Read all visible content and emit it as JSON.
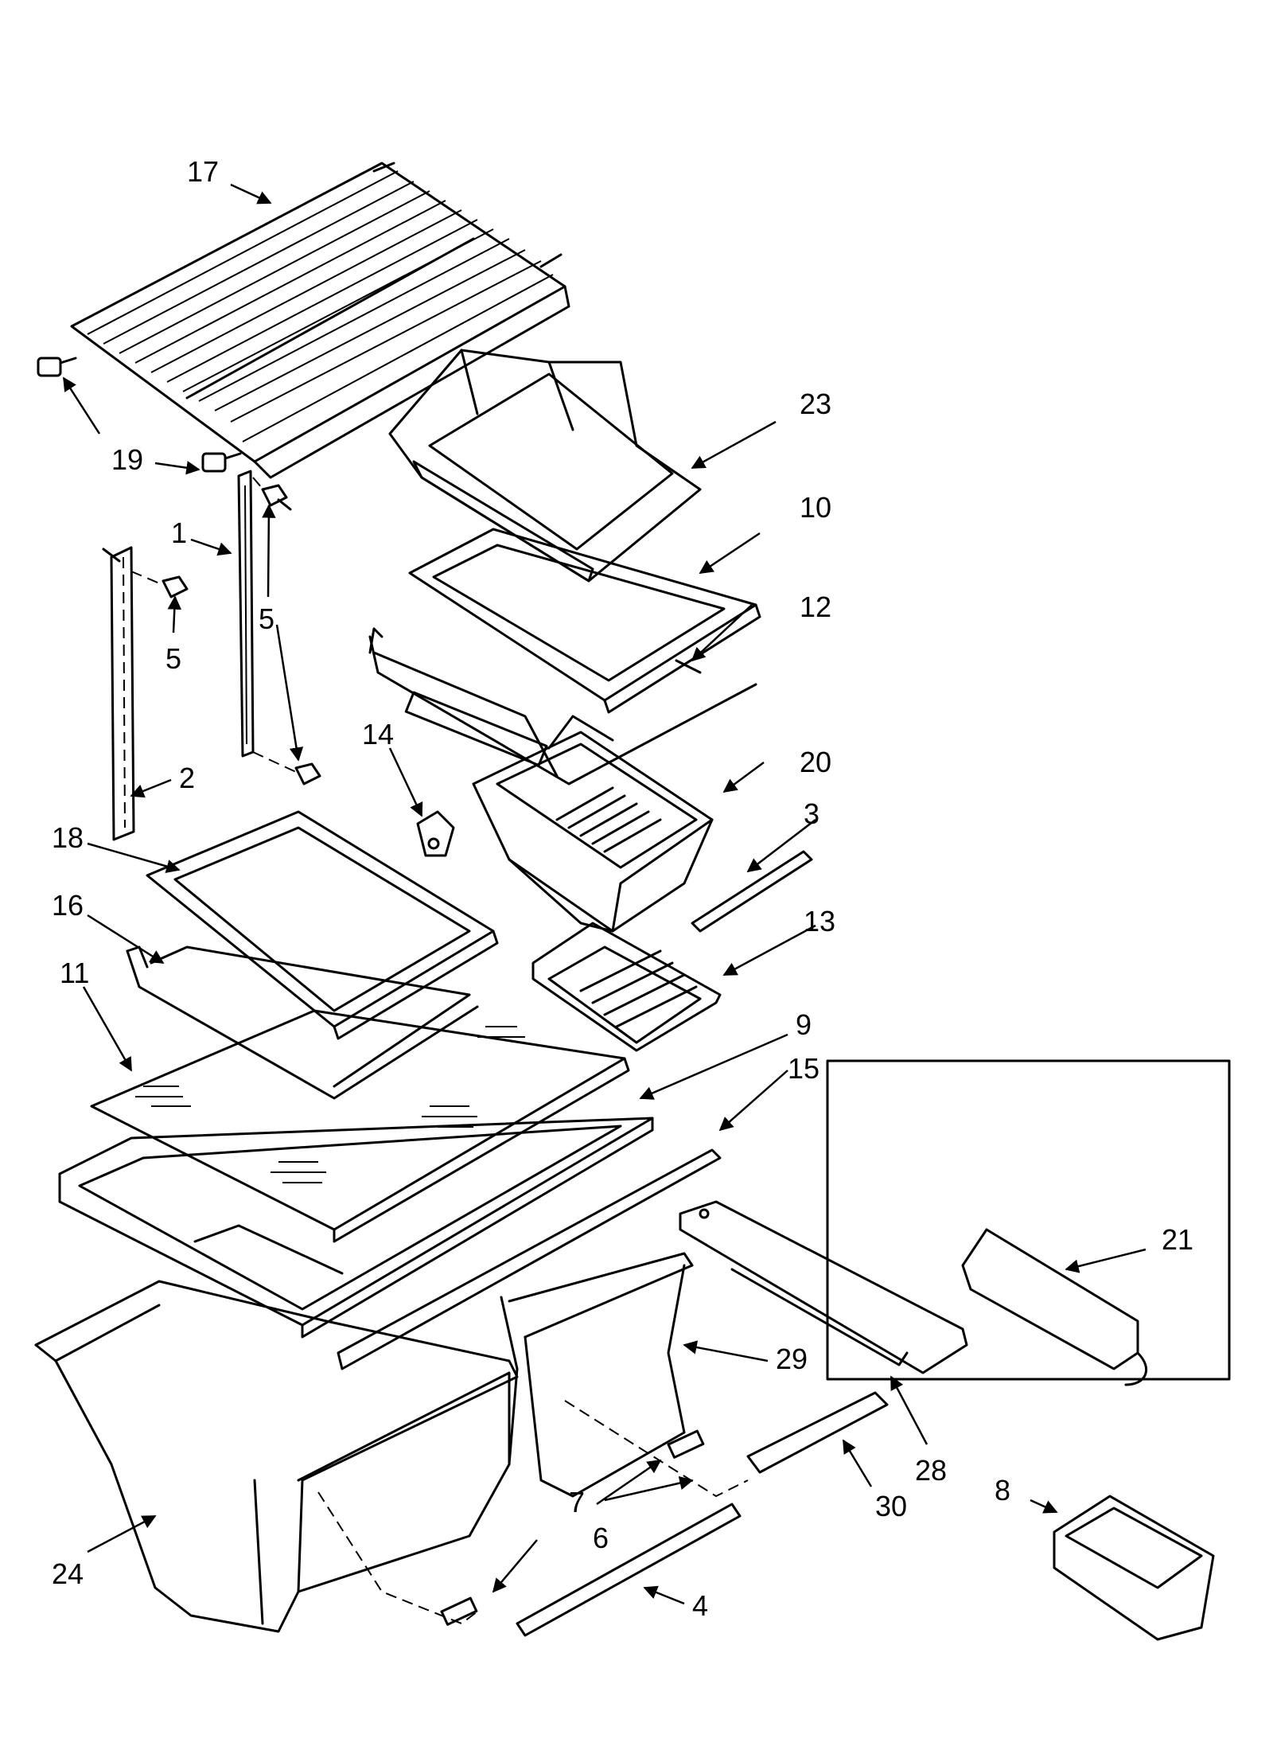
{
  "diagram": {
    "callouts": [
      "17",
      "23",
      "19",
      "10",
      "1",
      "5",
      "5",
      "12",
      "5",
      "14",
      "20",
      "2",
      "18",
      "3",
      "16",
      "13",
      "11",
      "9",
      "15",
      "21",
      "29",
      "28",
      "30",
      "8",
      "7",
      "6",
      "24",
      "4"
    ]
  }
}
